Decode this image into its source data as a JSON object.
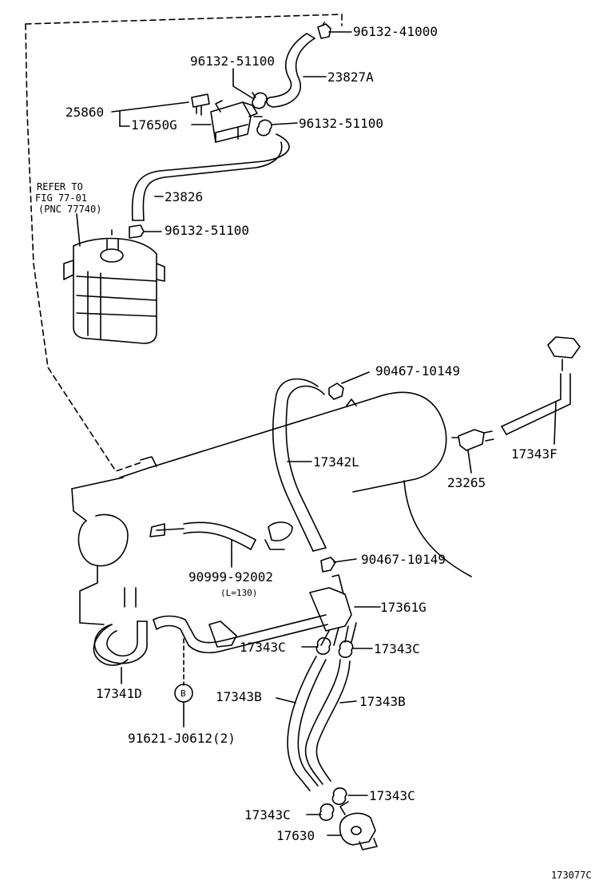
{
  "labels": {
    "p96132_41000": "96132-41000",
    "p23827A": "23827A",
    "p96132_51100_a": "96132-51100",
    "p25860": "25860",
    "p17650G": "17650G",
    "p96132_51100_b": "96132-51100",
    "refer1": "REFER TO",
    "refer2": "FIG 77-01",
    "refer3": "(PNC 77740)",
    "p23826": "23826",
    "p96132_51100_c": "96132-51100",
    "p90467_10149_a": "90467-10149",
    "p17343F": "17343F",
    "p17342L": "17342L",
    "p23265": "23265",
    "p90467_10149_b": "90467-10149",
    "p90999_92002": "90999-92002",
    "p_l130": "(L=130)",
    "p17361G": "17361G",
    "p17343C_a": "17343C",
    "p17343C_b": "17343C",
    "p17341D": "17341D",
    "p17343B_a": "17343B",
    "p17343B_b": "17343B",
    "marker_b": "B",
    "p91621": "91621-J0612(2)",
    "p17343C_c": "17343C",
    "p17343C_d": "17343C",
    "p17630": "17630",
    "figure_id": "173077C"
  }
}
